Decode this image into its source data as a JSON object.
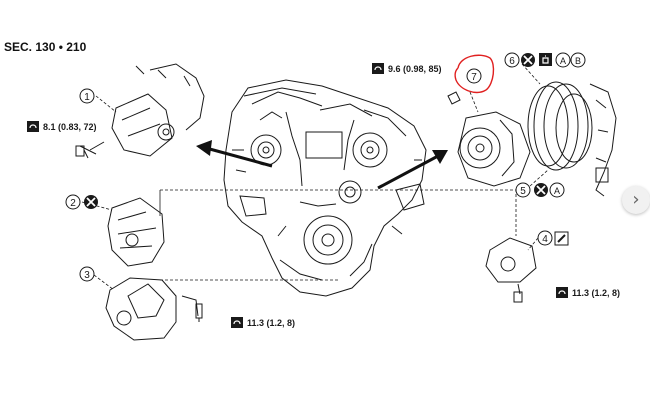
{
  "header": {
    "section": "SEC. 130 • 210"
  },
  "callouts": {
    "c1": "1",
    "c2": "2",
    "c3": "3",
    "c4": "4",
    "c5": "5",
    "c6": "6",
    "c7": "7"
  },
  "torque": {
    "t_top": "9.6 (0.98, 85)",
    "t_left": "8.1 (0.83, 72)",
    "t_bottom": "11.3 (1.2, 8)",
    "t_right": "11.3 (1.2, 8)"
  },
  "letters": {
    "a1": "A",
    "b1": "B",
    "a2": "A"
  },
  "icons": {
    "torque": "torque-wrench-icon",
    "replace": "do-not-reuse-icon",
    "grease": "grease-icon",
    "sealant": "sealant-icon",
    "next": "chevron-right-icon"
  },
  "colors": {
    "highlight": "#e02020",
    "ink": "#1a1a1a"
  },
  "nav": {
    "next_glyph": "›"
  }
}
